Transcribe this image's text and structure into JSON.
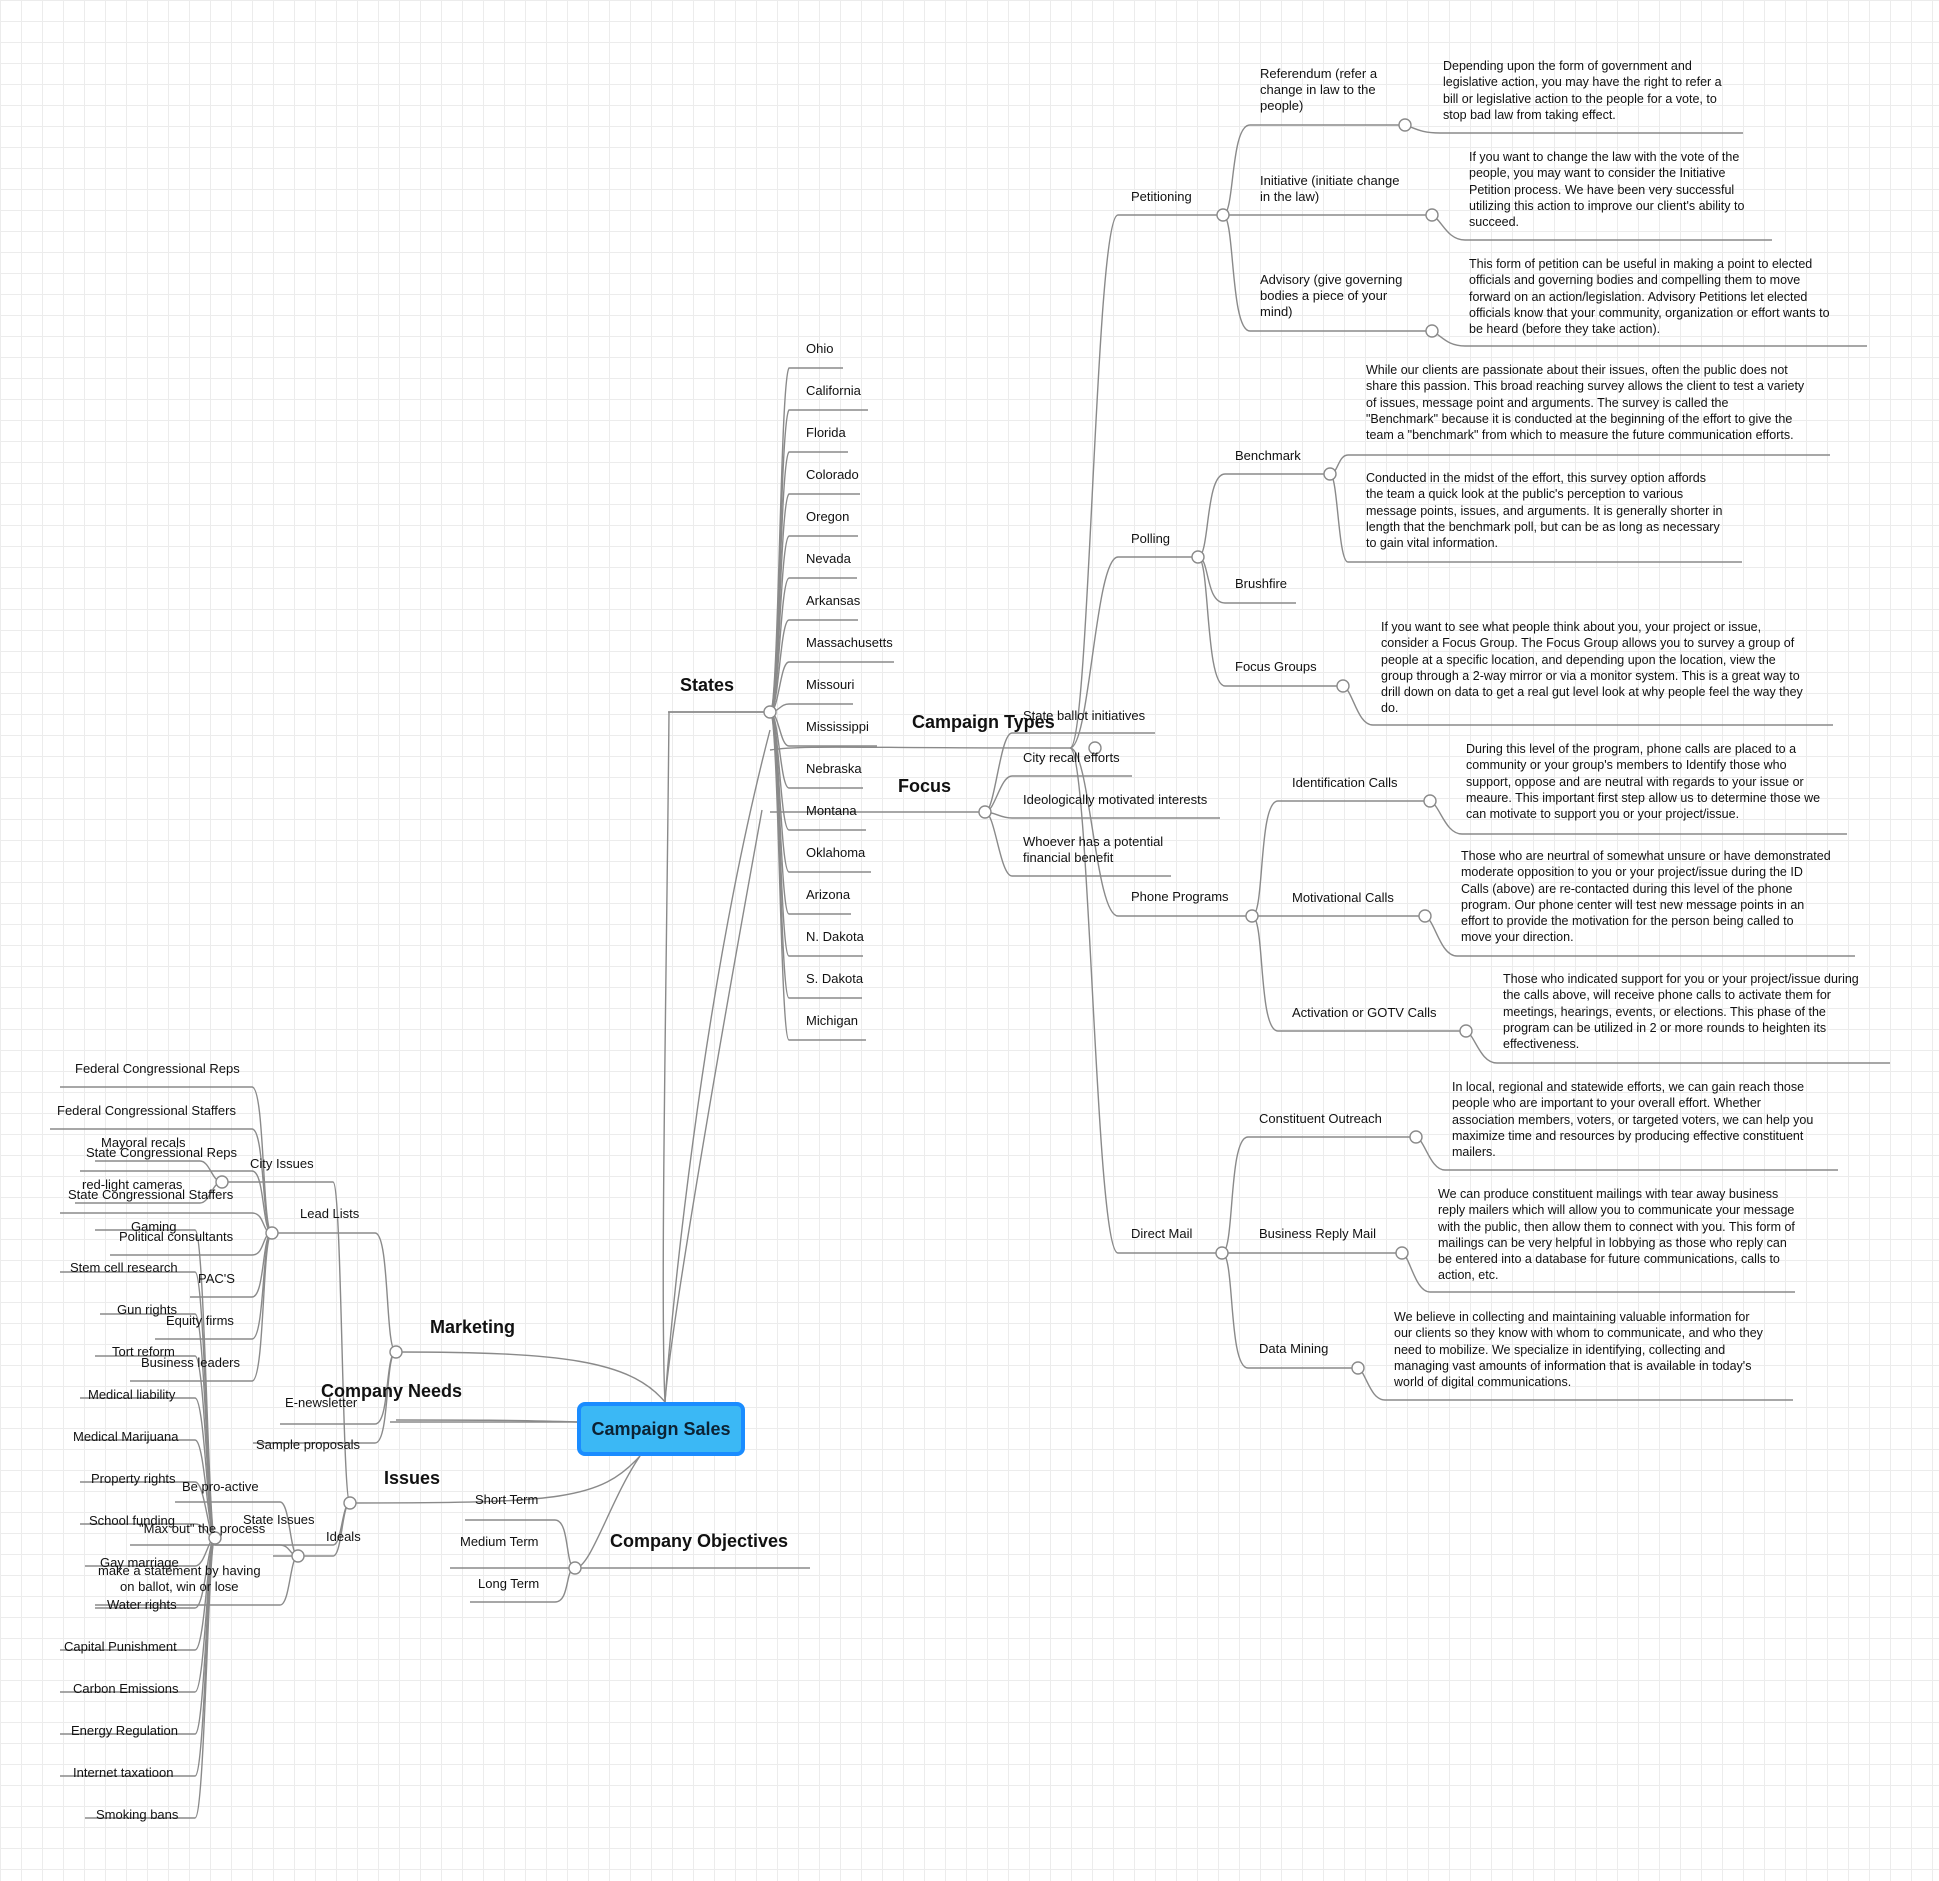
{
  "root": "Campaign Sales",
  "labels": {
    "states": "States",
    "campaign_types": "Campaign Types",
    "focus": "Focus",
    "marketing": "Marketing",
    "company_needs": "Company Needs",
    "issues": "Issues",
    "company_objectives": "Company Objectives",
    "ohio": "Ohio",
    "california": "California",
    "florida": "Florida",
    "colorado": "Colorado",
    "oregon": "Oregon",
    "nevada": "Nevada",
    "arkansas": "Arkansas",
    "massachusetts": "Massachusetts",
    "missouri": "Missouri",
    "mississippi": "Mississippi",
    "nebraska": "Nebraska",
    "montana": "Montana",
    "oklahoma": "Oklahoma",
    "arizona": "Arizona",
    "ndakota": "N. Dakota",
    "sdakota": "S. Dakota",
    "michigan": "Michigan",
    "state_ballot": "State ballot initiatives",
    "city_recall": "City recall efforts",
    "ideological": "Ideologically motivated interests",
    "whoever": "Whoever has a potential\nfinancial benefit",
    "petitioning": "Petitioning",
    "referendum": "Referendum (refer a\nchange in law to the\npeople)",
    "initiative": "Initiative (initiate change\nin the law)",
    "advisory": "Advisory (give governing\nbodies a piece of your\nmind)",
    "polling": "Polling",
    "benchmark": "Benchmark",
    "brushfire": "Brushfire",
    "focus_groups": "Focus Groups",
    "phone_programs": "Phone Programs",
    "identification_calls": "Identification Calls",
    "motivational_calls": "Motivational Calls",
    "activation_calls": "Activation or GOTV Calls",
    "direct_mail": "Direct Mail",
    "constituent_outreach": "Constituent Outreach",
    "business_reply": "Business Reply Mail",
    "data_mining": "Data Mining",
    "lead_lists": "Lead Lists",
    "federal_reps": "Federal Congressional Reps",
    "federal_staffers": "Federal Congressional Staffers",
    "state_reps": "State Congressional Reps",
    "state_staffers": "State Congressional Staffers",
    "political_consultants": "Political consultants",
    "pacs": "PAC'S",
    "equity_firms": "Equity firms",
    "business_leaders": "Business leaders",
    "enewsletter": "E-newsletter",
    "sample_proposals": "Sample proposals",
    "city_issues": "City Issues",
    "mayoral_recals": "Mayoral recals",
    "red_light": "red-light cameras",
    "state_issues": "State Issues",
    "gaming": "Gaming",
    "stem_cell": "Stem cell research",
    "gun_rights": "Gun rights",
    "tort_reform": "Tort reform",
    "medical_liability": "Medical liability",
    "medical_marijuana": "Medical Marijuana",
    "property_rights": "Property rights",
    "school_funding": "School funding",
    "gay_marriage": "Gay marriage",
    "water_rights": "Water rights",
    "capital_punishment": "Capital Punishment",
    "carbon_emissions": "Carbon Emissions",
    "energy_regulation": "Energy Regulation",
    "internet_taxation": "Internet taxatioon",
    "smoking_bans": "Smoking bans",
    "ideals": "Ideals",
    "be_proactive": "Be pro-active",
    "max_out": "\"Max out\" the process",
    "make_statement": "make a statement by having\non ballot, win or lose",
    "short_term": "Short Term",
    "medium_term": "Medium Term",
    "long_term": "Long Term"
  },
  "descriptions": {
    "referendum": "Depending upon the form of government and\nlegislative action, you may have the right to refer a\nbill or legislative action to the people for a vote, to\nstop bad law from taking effect.",
    "initiative": "If you want to change the law with the vote of the\npeople, you may want to consider the Initiative\nPetition process. We have been very successful\nutilizing this action to improve our client's ability to\nsucceed.",
    "advisory": "This form of petition can be useful in making a point to elected\nofficials and governing bodies and compelling them to move\nforward on an action/legislation. Advisory Petitions let elected\nofficials know that your community, organization or effort wants to\nbe heard (before they take action).",
    "benchmark_1": "While our clients are passionate about their issues, often the public does not\nshare this passion. This broad reaching survey allows the client to test a variety\nof issues, message point and arguments. The survey is called the\n\"Benchmark\" because it is conducted at the beginning of the effort to give the\nteam a \"benchmark\" from which to measure the future communication efforts.",
    "benchmark_2": "Conducted in the midst of the effort, this survey option affords\nthe team a quick look at the public's perception to various\nmessage points, issues, and arguments. It is generally shorter in\nlength that the benchmark poll, but can be as long as necessary\nto gain vital information.",
    "focus_groups": "If you want to see what people think about you, your project or issue,\nconsider a Focus Group. The Focus Group allows you to survey a group of\npeople at a specific location, and depending upon the location, view the\ngroup through a 2-way mirror or via a monitor system. This is a great way to\ndrill down on data to get a real gut level look at why people feel the way they\ndo.",
    "identification_calls": "During this level of the program, phone calls are placed to a\ncommunity or your group's members to Identify those who\nsupport, oppose and are neutral with regards to your issue or\nmeaure. This important first step allow us to determine those we\ncan motivate to support you or your project/issue.",
    "motivational_calls": "Those who are neurtral of somewhat unsure or have demonstrated\nmoderate opposition to you or your project/issue during the ID\nCalls (above) are re-contacted during this level of the phone\nprogram. Our phone center will test new message points in an\neffort to provide the motivation for the person being called to\nmove your direction.",
    "activation_calls": "Those who indicated support for you or your project/issue during\nthe calls above, will receive phone calls to activate them for\nmeetings, hearings, events, or elections. This phase of the\nprogram can be utilized in 2 or more rounds to heighten its\neffectiveness.",
    "constituent_outreach": "In local, regional and statewide efforts, we can gain reach those\npeople who are important to your overall effort. Whether\nassociation members, voters, or targeted voters, we can help you\nmaximize time and resources by producing effective constituent\nmailers.",
    "business_reply": "We can produce constituent mailings with tear away business\nreply mailers which will allow you to communicate your message\nwith the public, then allow them to connect with you. This form of\nmailings can be very helpful in lobbying as those who reply can\nbe entered into a database for future communications, calls to\naction, etc.",
    "data_mining": "We believe in collecting and maintaining valuable information for\nour clients so they know with whom to communicate, and who they\nneed to mobilize. We specialize in identifying, collecting and\nmanaging vast amounts of information that is available in today's\nworld of digital communications."
  },
  "colors": {
    "line": "#8a8a8a",
    "root_fill": "#3bb8f5",
    "root_border": "#1a8cff",
    "grid": "#ececec"
  }
}
